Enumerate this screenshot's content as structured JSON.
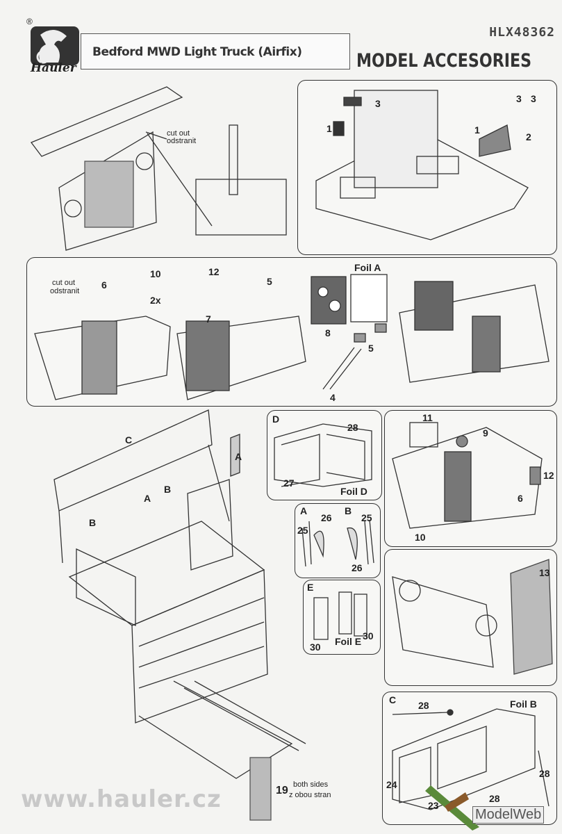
{
  "header": {
    "brand": "Hauler",
    "registered_mark": "®",
    "product_title": "Bedford MWD Light Truck (Airfix)",
    "product_code": "HLX48362",
    "category": "MODEL ACCESORIES"
  },
  "step1": {
    "cut_out": "cut out",
    "odstranit": "odstranit"
  },
  "step2": {
    "labels": [
      "3",
      "1",
      "3",
      "3",
      "1",
      "2"
    ]
  },
  "step3": {
    "cut_out": "cut out",
    "odstranit": "odstranit",
    "part6": "6",
    "part10": "10",
    "qty": "2x",
    "part12": "12",
    "part5": "5",
    "foil_a": "Foil A",
    "part8": "8",
    "part7": "7",
    "part5b": "5",
    "part4": "4"
  },
  "step_body": {
    "c": "C",
    "a1": "A",
    "a2": "A",
    "b1": "B",
    "b2": "B",
    "part19": "19",
    "both_sides": "both sides",
    "z_obou_stran": "z obou stran"
  },
  "box_d": {
    "title": "D",
    "part28": "28",
    "part27": "27",
    "foil": "Foil D"
  },
  "box_ab": {
    "a": "A",
    "b": "B",
    "a26": "26",
    "a25": "25",
    "b25": "25",
    "b26": "26"
  },
  "box_e": {
    "title": "E",
    "part30a": "30",
    "part30b": "30",
    "foil": "Foil E"
  },
  "box_dash": {
    "part11": "11",
    "part9": "9",
    "part12": "12",
    "part6": "6",
    "part10": "10"
  },
  "box_grille": {
    "part13": "13"
  },
  "box_c": {
    "title": "C",
    "part28a": "28",
    "foil": "Foil B",
    "part24": "24",
    "part28b": "28",
    "part23": "23",
    "part28c": "28"
  },
  "footer": {
    "website": "www.hauler.cz",
    "watermark": "ModelWeb"
  }
}
